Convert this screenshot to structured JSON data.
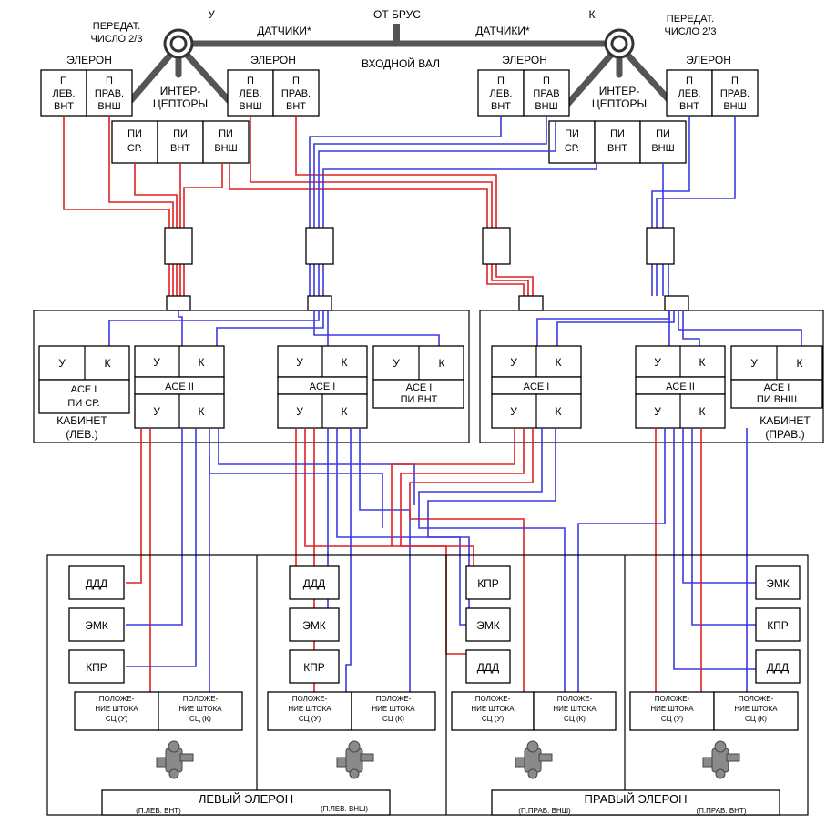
{
  "colors": {
    "red_channel": "#e02020",
    "blue_channel": "#3a3ae0",
    "shaft": "#555555"
  },
  "top": {
    "from_brus": "ОТ БРУС",
    "sensors_left": "ДАТЧИКИ*",
    "sensors_right": "ДАТЧИКИ*",
    "input_shaft": "ВХОДНОЙ ВАЛ",
    "gear_left_letter": "У",
    "gear_right_letter": "К",
    "ratio_left_1": "ПЕРЕДАТ.",
    "ratio_left_2": "ЧИСЛО 2/3",
    "ratio_right_1": "ПЕРЕДАТ.",
    "ratio_right_2": "ЧИСЛО 2/3"
  },
  "sensors": {
    "aileron_label": "ЭЛЕРОН",
    "p": "П",
    "lev": "ЛЕВ.",
    "prav": "ПРАВ.",
    "prav2": "ПРАВ",
    "vnt": "ВНТ",
    "vnsh": "ВНШ",
    "spoilers_1": "ИНТЕР-",
    "spoilers_2": "ЦЕПТОРЫ",
    "pi": "ПИ",
    "sr": "СР.",
    "pi_vnt": "ВНТ",
    "pi_vnsh": "ВНШ"
  },
  "cabinets": {
    "u": "У",
    "k": "К",
    "ace1": "ACE I",
    "ace2": "ACE II",
    "ace1_pi_sr_1": "ACE I",
    "ace1_pi_sr_2": "ПИ СР.",
    "ace1_pi_vnt_1": "ACE I",
    "ace1_pi_vnt_2": "ПИ ВНТ",
    "ace1_pi_vnsh_1": "ACE I",
    "ace1_pi_vnsh_2": "ПИ ВНШ",
    "left_cab_1": "КАБИНЕТ",
    "left_cab_2": "(ЛЕВ.)",
    "right_cab_1": "КАБИНЕТ",
    "right_cab_2": "(ПРАВ.)"
  },
  "actuators": {
    "ddd": "ДДД",
    "emk": "ЭМК",
    "kpr": "КПР",
    "pos_1": "ПОЛОЖЕ-",
    "pos_2": "НИЕ ШТОКА",
    "pos_u": "СЦ (У)",
    "pos_k": "СЦ (К)"
  },
  "bottom": {
    "left_aileron": "ЛЕВЫЙ ЭЛЕРОН",
    "left_sub_a": "(П.ЛЕВ. ВНТ)",
    "left_sub_b": "(П.ЛЕВ. ВНШ)",
    "right_aileron": "ПРАВЫЙ ЭЛЕРОН",
    "right_sub_a": "(П.ПРАВ. ВНШ)",
    "right_sub_b": "(П.ПРАВ. ВНТ)"
  }
}
